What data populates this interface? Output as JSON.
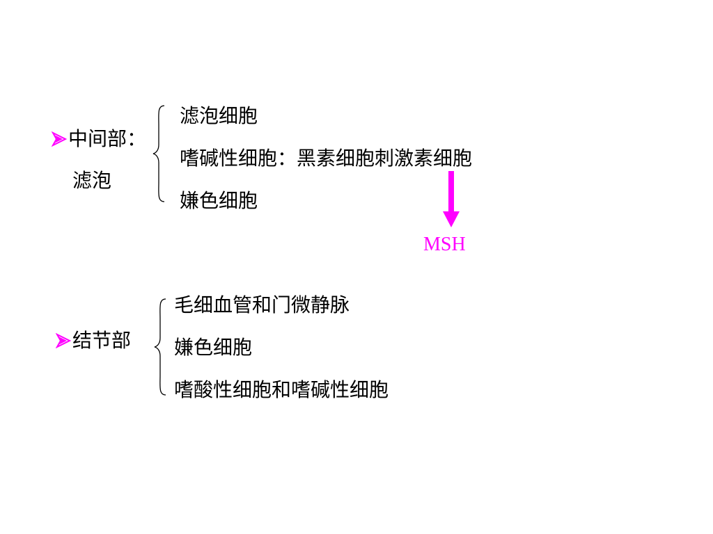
{
  "colors": {
    "text": "#000000",
    "accent": "#ff00ff",
    "background": "#ffffff"
  },
  "icons": {
    "bullet": "arrow-bullet-icon",
    "brace": "left-curly-brace-icon",
    "arrow": "down-arrow-icon"
  },
  "section1": {
    "label_line1": "中间部：",
    "label_line2": "滤泡",
    "items": [
      "滤泡细胞",
      "嗜碱性细胞：黑素细胞刺激素细胞",
      "嫌色细胞"
    ],
    "annotation": "MSH"
  },
  "section2": {
    "label": "结节部",
    "items": [
      "毛细血管和门微静脉",
      "嫌色细胞",
      "嗜酸性细胞和嗜碱性细胞"
    ]
  }
}
